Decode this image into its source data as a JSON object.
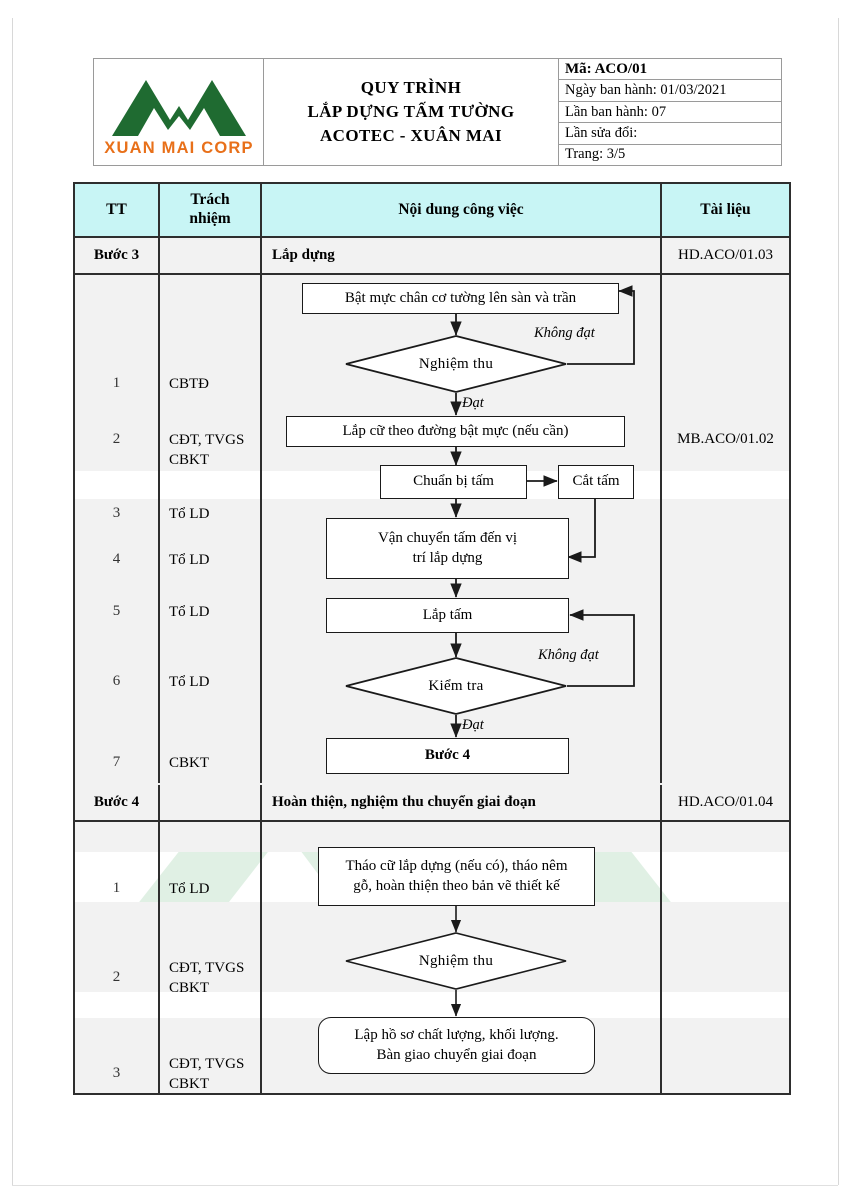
{
  "header": {
    "logo": {
      "name": "xuan-mai-corp-logo",
      "text": "XUAN MAI CORP",
      "mountain_color": "#1f6b31",
      "text_color": "#e8701a"
    },
    "title_lines": [
      "QUY TRÌNH",
      "LẮP DỰNG TẤM TƯỜNG",
      "ACOTEC - XUÂN MAI"
    ],
    "meta": [
      {
        "label": "Mã: ACO/01",
        "bold": true
      },
      {
        "label": "Ngày ban hành: 01/03/2021",
        "bold": false
      },
      {
        "label": "Lần ban hành: 07",
        "bold": false
      },
      {
        "label": "Lần sửa đổi:",
        "bold": false
      },
      {
        "label": "Trang: 3/5",
        "bold": false
      }
    ]
  },
  "table": {
    "header_bg": "#c8f5f5",
    "columns": {
      "tt": "TT",
      "responsibility": "Trách\nnhiệm",
      "responsibility_line1": "Trách",
      "responsibility_line2": "nhiệm",
      "content": "Nội dung công việc",
      "document": "Tài liệu"
    },
    "sections": [
      {
        "step_label": "Bước 3",
        "step_title": "Lắp dựng",
        "step_doc": "HD.ACO/01.03",
        "section_doc": "MB.ACO/01.02",
        "rows": [
          {
            "tt": "1",
            "responsibility": "CBTĐ"
          },
          {
            "tt": "2",
            "responsibility_line1": "CĐT, TVGS",
            "responsibility_line2": "CBKT"
          },
          {
            "tt": "3",
            "responsibility": "Tổ LD"
          },
          {
            "tt": "4",
            "responsibility": "Tổ LD"
          },
          {
            "tt": "5",
            "responsibility": "Tổ LD"
          },
          {
            "tt": "6",
            "responsibility": "Tổ LD"
          },
          {
            "tt": "7",
            "responsibility": "CBKT"
          }
        ],
        "flow": {
          "n1": "Bật mực chân cơ tường lên sàn và trần",
          "d1": "Nghiệm thu",
          "d1_yes": "Đạt",
          "d1_no": "Không đạt",
          "n2": "Lắp cữ theo đường bật mực (nếu cần)",
          "n3": "Chuẩn bị tấm",
          "n4": "Cắt tấm",
          "n5_line1": "Vận chuyển tấm đến vị",
          "n5_line2": "trí lắp dựng",
          "n6": "Lắp tấm",
          "d2": "Kiểm tra",
          "d2_yes": "Đạt",
          "d2_no": "Không đạt",
          "n7": "Bước 4"
        }
      },
      {
        "step_label": "Bước 4",
        "step_title": "Hoàn thiện, nghiệm thu chuyển giai đoạn",
        "step_doc": "HD.ACO/01.04",
        "section_doc": "",
        "rows": [
          {
            "tt": "1",
            "responsibility": "Tổ LD"
          },
          {
            "tt": "2",
            "responsibility_line1": "CĐT, TVGS",
            "responsibility_line2": "CBKT"
          },
          {
            "tt": "3",
            "responsibility_line1": "CĐT, TVGS",
            "responsibility_line2": "CBKT"
          }
        ],
        "flow": {
          "n1_line1": "Tháo cữ lắp dựng (nếu có), tháo nêm",
          "n1_line2": "gỗ, hoàn thiện theo bản vẽ thiết kế",
          "d1": "Nghiệm thu",
          "n2_line1": "Lập hồ sơ chất lượng, khối lượng.",
          "n2_line2": "Bàn giao chuyển giai đoạn"
        }
      }
    ]
  }
}
